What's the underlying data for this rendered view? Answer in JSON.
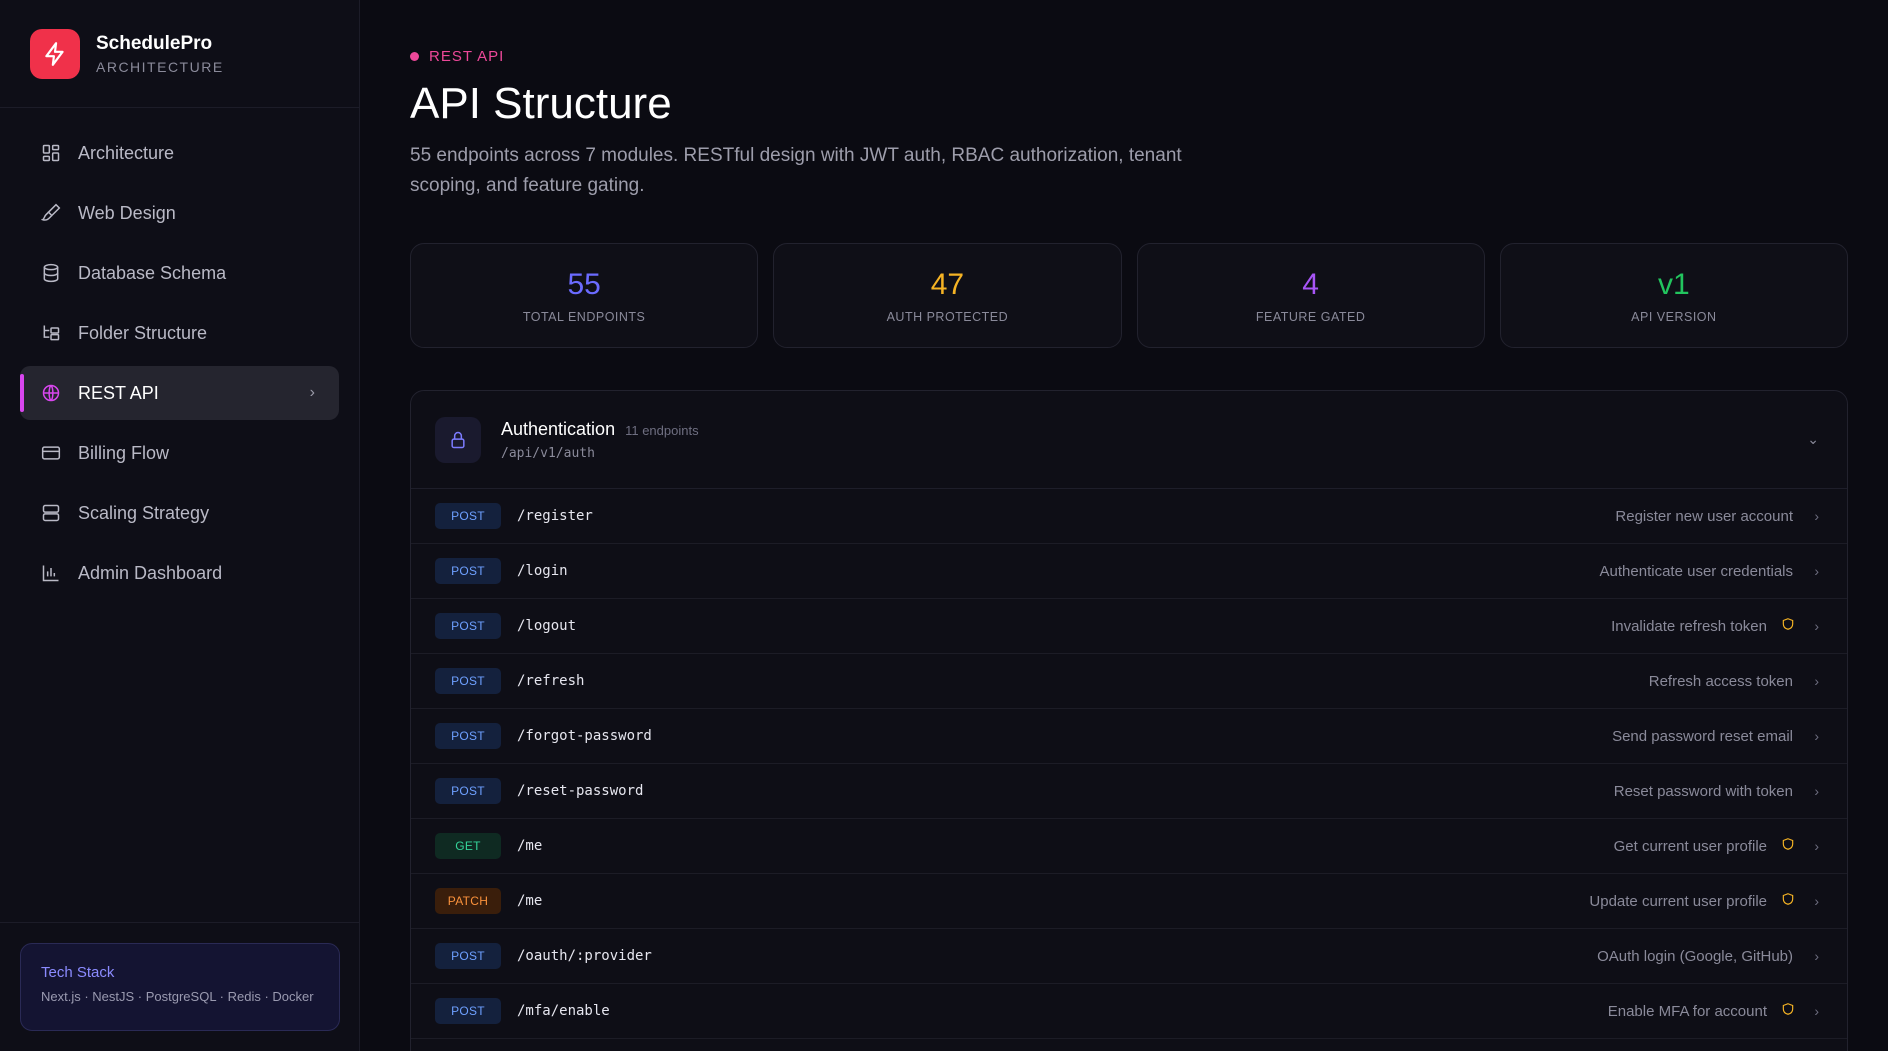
{
  "brand": {
    "name": "SchedulePro",
    "subtitle": "ARCHITECTURE"
  },
  "nav": {
    "items": [
      {
        "label": "Architecture",
        "icon": "layout-grid-icon"
      },
      {
        "label": "Web Design",
        "icon": "paintbrush-icon"
      },
      {
        "label": "Database Schema",
        "icon": "database-icon"
      },
      {
        "label": "Folder Structure",
        "icon": "folder-tree-icon"
      },
      {
        "label": "REST API",
        "icon": "globe-icon",
        "active": true
      },
      {
        "label": "Billing Flow",
        "icon": "credit-card-icon"
      },
      {
        "label": "Scaling Strategy",
        "icon": "server-icon"
      },
      {
        "label": "Admin Dashboard",
        "icon": "bar-chart-icon"
      }
    ]
  },
  "tech": {
    "title": "Tech Stack",
    "list": "Next.js · NestJS · PostgreSQL · Redis · Docker"
  },
  "header": {
    "eyebrow": "REST API",
    "title": "API Structure",
    "description": "55 endpoints across 7 modules. RESTful design with JWT auth, RBAC authorization, tenant scoping, and feature gating."
  },
  "stats": [
    {
      "value": "55",
      "label": "TOTAL ENDPOINTS",
      "color": "#6b6bff"
    },
    {
      "value": "47",
      "label": "AUTH PROTECTED",
      "color": "#f5b324"
    },
    {
      "value": "4",
      "label": "FEATURE GATED",
      "color": "#a855f7"
    },
    {
      "value": "v1",
      "label": "API VERSION",
      "color": "#22c55e"
    }
  ],
  "module": {
    "title": "Authentication",
    "count": "11 endpoints",
    "path": "/api/v1/auth",
    "endpoints": [
      {
        "method": "POST",
        "path": "/register",
        "desc": "Register new user account",
        "protected": false
      },
      {
        "method": "POST",
        "path": "/login",
        "desc": "Authenticate user credentials",
        "protected": false
      },
      {
        "method": "POST",
        "path": "/logout",
        "desc": "Invalidate refresh token",
        "protected": true
      },
      {
        "method": "POST",
        "path": "/refresh",
        "desc": "Refresh access token",
        "protected": false
      },
      {
        "method": "POST",
        "path": "/forgot-password",
        "desc": "Send password reset email",
        "protected": false
      },
      {
        "method": "POST",
        "path": "/reset-password",
        "desc": "Reset password with token",
        "protected": false
      },
      {
        "method": "GET",
        "path": "/me",
        "desc": "Get current user profile",
        "protected": true
      },
      {
        "method": "PATCH",
        "path": "/me",
        "desc": "Update current user profile",
        "protected": true
      },
      {
        "method": "POST",
        "path": "/oauth/:provider",
        "desc": "OAuth login (Google, GitHub)",
        "protected": false
      },
      {
        "method": "POST",
        "path": "/mfa/enable",
        "desc": "Enable MFA for account",
        "protected": true
      }
    ]
  }
}
